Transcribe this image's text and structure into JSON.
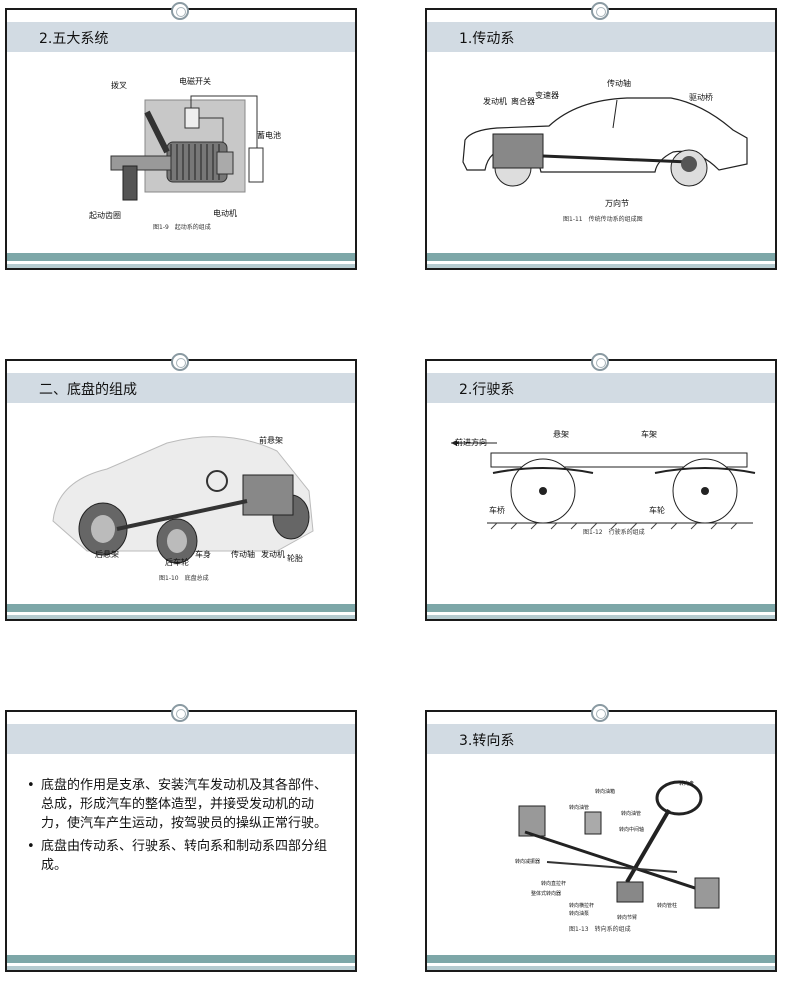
{
  "slides": [
    {
      "title": "2.五大系统",
      "labels": {
        "fork": "拨叉",
        "switch": "电磁开关",
        "battery": "蓄电池",
        "ring_gear": "起动齿圈",
        "motor": "电动机"
      },
      "caption": "图1-9　起动系的组成"
    },
    {
      "title": "1.传动系",
      "labels": {
        "engine": "发动机",
        "clutch": "离合器",
        "gearbox": "变速器",
        "shaft": "传动轴",
        "drive_axle": "驱动桥",
        "ujoint": "万向节"
      },
      "caption": "图1-11　传统传动系的组成图"
    },
    {
      "title": "二、底盘的组成",
      "labels": {
        "front_susp": "前悬架",
        "rear_susp": "后悬架",
        "rear_wheel": "后车轮",
        "body": "车身",
        "shaft": "传动轴",
        "engine": "发动机",
        "tire": "轮胎"
      },
      "caption": "图1-10　底盘总成"
    },
    {
      "title": "2.行驶系",
      "labels": {
        "direction": "前进方向",
        "suspension": "悬架",
        "frame": "车架",
        "axle": "车桥",
        "wheel": "车轮"
      },
      "caption": "图1-12　行驶系的组成"
    },
    {
      "title": "",
      "bullets": [
        "底盘的作用是支承、安装汽车发动机及其各部件、总成，形成汽车的整体造型，并接受发动机的动力，使汽车产生运动，按驾驶员的操纵正常行驶。",
        "底盘由传动系、行驶系、转向系和制动系四部分组成。"
      ]
    },
    {
      "title": "3.转向系",
      "labels": {
        "wheel": "转向盘",
        "tank": "转向油箱",
        "gear_bracket": "转向油管",
        "pipe": "转向油管",
        "shaft_mid": "转向中间轴",
        "damper": "转向减振器",
        "rod": "转向直拉杆",
        "integral": "整体式转向器",
        "knuckle": "转向横拉杆",
        "pump": "转向油泵",
        "tie": "转向节臂",
        "column": "转向管柱"
      },
      "caption": "图1-13　转向系的组成"
    }
  ],
  "colors": {
    "header": "#d2dbe3",
    "footer_bar": "#7da7a8",
    "footer_bar2": "#b5cbd0",
    "border": "#1a1a1a"
  }
}
